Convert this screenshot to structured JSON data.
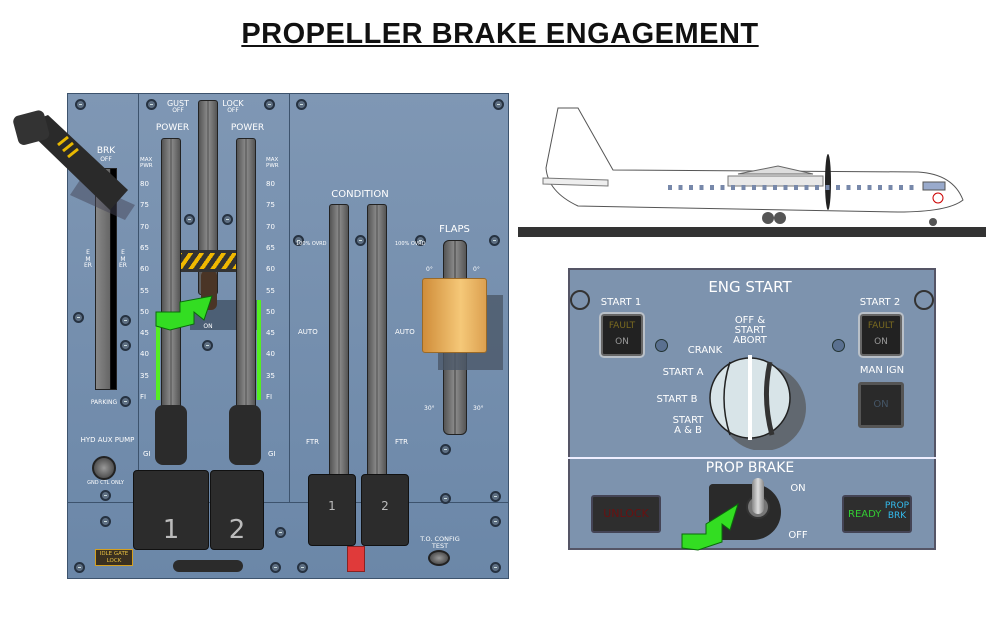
{
  "title": "PROPELLER BRAKE ENGAGEMENT",
  "pedestal": {
    "brk_label": "BRK",
    "brk_off": "OFF",
    "emer_left": "EMER",
    "emer_right": "EMER",
    "parking": "PARKING",
    "hyd_aux_pump": "HYD AUX PUMP",
    "gnd_ctl_only": "GND CTL ONLY",
    "gust_lock": "GUST",
    "lock": "LOCK",
    "gust_off": "OFF",
    "lock_off": "OFF",
    "gust_on": "ON",
    "power_left": "POWER",
    "power_right": "POWER",
    "scale": [
      "MAX PWR",
      "80",
      "75",
      "70",
      "65",
      "60",
      "55",
      "50",
      "45",
      "40",
      "35",
      "FI"
    ],
    "gi": "GI",
    "lever_1": "1",
    "lever_2": "2",
    "idle_gate_lock": "IDLE GATE LOCK",
    "condition": "CONDITION",
    "cond_scale": [
      "100% OVRD",
      "AUTO",
      "FTR"
    ],
    "cond_lever_1": "1",
    "cond_lever_2": "2",
    "flaps": "FLAPS",
    "flaps_scale": [
      "0°",
      "30°"
    ],
    "to_config_test": "T.O. CONFIG TEST"
  },
  "eng_start": {
    "title": "ENG START",
    "start1": "START 1",
    "start2": "START 2",
    "fault": "FAULT",
    "on": "ON",
    "man_ign": "MAN IGN",
    "man_ign_on": "ON",
    "selector": [
      "OFF & START ABORT",
      "CRANK",
      "START A",
      "START B",
      "START A & B"
    ],
    "prop_brake": "PROP BRAKE",
    "unlock": "UNLOCK",
    "toggle_on": "ON",
    "toggle_off": "OFF",
    "ready": "READY",
    "prop_brk": "PROP BRK"
  },
  "colors": {
    "panel": "#7089a9",
    "arrow": "#33dd22",
    "flaps_handle": "#e8b25a",
    "fault": "#7a6a20",
    "ready": "#33cc33",
    "prop_brk": "#33bbee",
    "unlock": "#6a1010"
  }
}
